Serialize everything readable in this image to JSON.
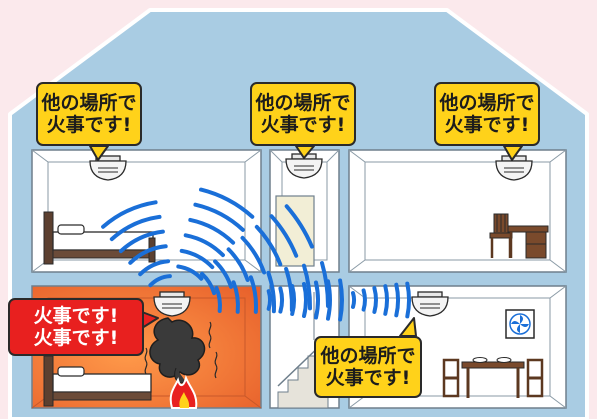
{
  "bubbles": {
    "top_left": {
      "line1": "他の場所で",
      "line2": "火事です!"
    },
    "top_center": {
      "line1": "他の場所で",
      "line2": "火事です!"
    },
    "top_right": {
      "line1": "他の場所で",
      "line2": "火事です!"
    },
    "alarm": {
      "line1": "火事です!",
      "line2": "火事です!"
    },
    "bottom_center": {
      "line1": "他の場所で",
      "line2": "火事です!"
    }
  },
  "colors": {
    "background": "#fbe9ec",
    "house": "#a9cce3",
    "room": "#ffffff",
    "fire_room": "#f07a3a",
    "alert_bubble": "#ffd21a",
    "alarm_bubble": "#e8201f",
    "signal_waves": "#1a6fd8",
    "smoke": "#3a3a3a"
  },
  "icons": [
    "smoke-detector-icon",
    "bed-icon",
    "desk-chair-icon",
    "ventilation-fan-icon",
    "dining-table-icon",
    "fire-icon",
    "smoke-icon",
    "staircase-icon",
    "signal-wave-icon"
  ]
}
